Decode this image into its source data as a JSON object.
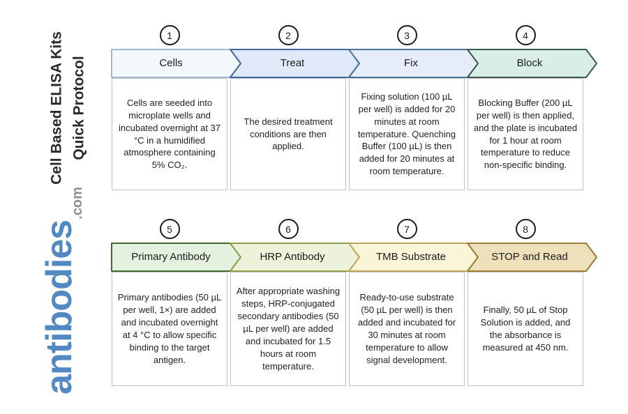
{
  "sidebar": {
    "title_line1": "Cell Based ELISA Kits",
    "title_line2": "Quick Protocol",
    "title_color": "#2b2b2b",
    "brand_name": "antibodies",
    "brand_suffix": ".com",
    "brand_color": "#5289c2",
    "brand_suffix_color": "#8f8f8f"
  },
  "steps": [
    {
      "number": "1",
      "label": "Cells",
      "description": "Cells are seeded into microplate wells and incubated overnight at 37 °C in a humidified atmosphere containing 5% CO₂.",
      "arrow_fill": "#f3f8fc",
      "arrow_stroke": "#9db7cb"
    },
    {
      "number": "2",
      "label": "Treat",
      "description": "The desired treatment conditions are then applied.",
      "arrow_fill": "#e1e9f8",
      "arrow_stroke": "#41699e"
    },
    {
      "number": "3",
      "label": "Fix",
      "description": "Fixing solution (100 µL per well) is added for 20 minutes at room temperature. Quenching Buffer (100 µL) is then added for 20 minutes at room temperature.",
      "arrow_fill": "#e6ecfa",
      "arrow_stroke": "#4a7398"
    },
    {
      "number": "4",
      "label": "Block",
      "description": "Blocking Buffer (200 µL per well) is then applied, and the plate is incubated for 1 hour at room temperature to reduce non-specific binding.",
      "arrow_fill": "#d9efe5",
      "arrow_stroke": "#3a5a51"
    },
    {
      "number": "5",
      "label": "Primary Antibody",
      "description": "Primary antibodies (50 µL per well, 1×) are added and incubated overnight at 4 °C to allow specific binding to the target antigen.",
      "arrow_fill": "#e4f1df",
      "arrow_stroke": "#44672f"
    },
    {
      "number": "6",
      "label": "HRP Antibody",
      "description": "After appropriate washing steps, HRP-conjugated secondary antibodies (50 µL per well) are added and incubated for 1.5 hours at room temperature.",
      "arrow_fill": "#edf2da",
      "arrow_stroke": "#949c49"
    },
    {
      "number": "7",
      "label": "TMB Substrate",
      "description": "Ready-to-use substrate (50 µL per well) is then added and incubated for 30 minutes at room temperature to allow signal development.",
      "arrow_fill": "#faf5d8",
      "arrow_stroke": "#c0a35b"
    },
    {
      "number": "8",
      "label": "STOP and Read",
      "description": "Finally, 50 µL of Stop Solution is added, and the absorbance is measured at 450 nm.",
      "arrow_fill": "#eee0ba",
      "arrow_stroke": "#9c7d35"
    }
  ]
}
